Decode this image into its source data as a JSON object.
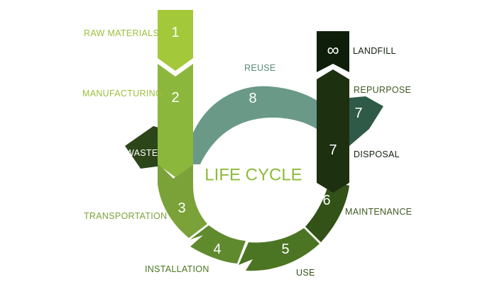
{
  "center_title": "LIFE CYCLE",
  "stages": {
    "raw_materials": {
      "number": "1",
      "label": "RAW MATERIALS"
    },
    "manufacturing": {
      "number": "2",
      "label": "MANUFACTURING"
    },
    "transportation": {
      "number": "3",
      "label": "TRANSPORTATION"
    },
    "installation": {
      "number": "4",
      "label": "INSTALLATION"
    },
    "use": {
      "number": "5",
      "label": "USE"
    },
    "maintenance": {
      "number": "6",
      "label": "MAINTENANCE"
    },
    "disposal": {
      "number": "7",
      "label": "DISPOSAL"
    },
    "repurpose": {
      "number": "7",
      "label": "REPURPOSE"
    },
    "reuse": {
      "number": "8",
      "label": "REUSE"
    },
    "landfill": {
      "number": "∞",
      "label": "LANDFILL"
    },
    "waste": {
      "label": "WASTE"
    }
  },
  "colors": {
    "raw_materials": "#a3c93a",
    "manufacturing": "#8cb73d",
    "transportation": "#7aa239",
    "installation": "#5f8a2e",
    "use": "#4b7523",
    "maintenance": "#325217",
    "disposal": "#1d3010",
    "landfill": "#0f1e0a",
    "reuse": "#6a9988",
    "repurpose": "#2f5a47",
    "waste": "#2c4519"
  }
}
